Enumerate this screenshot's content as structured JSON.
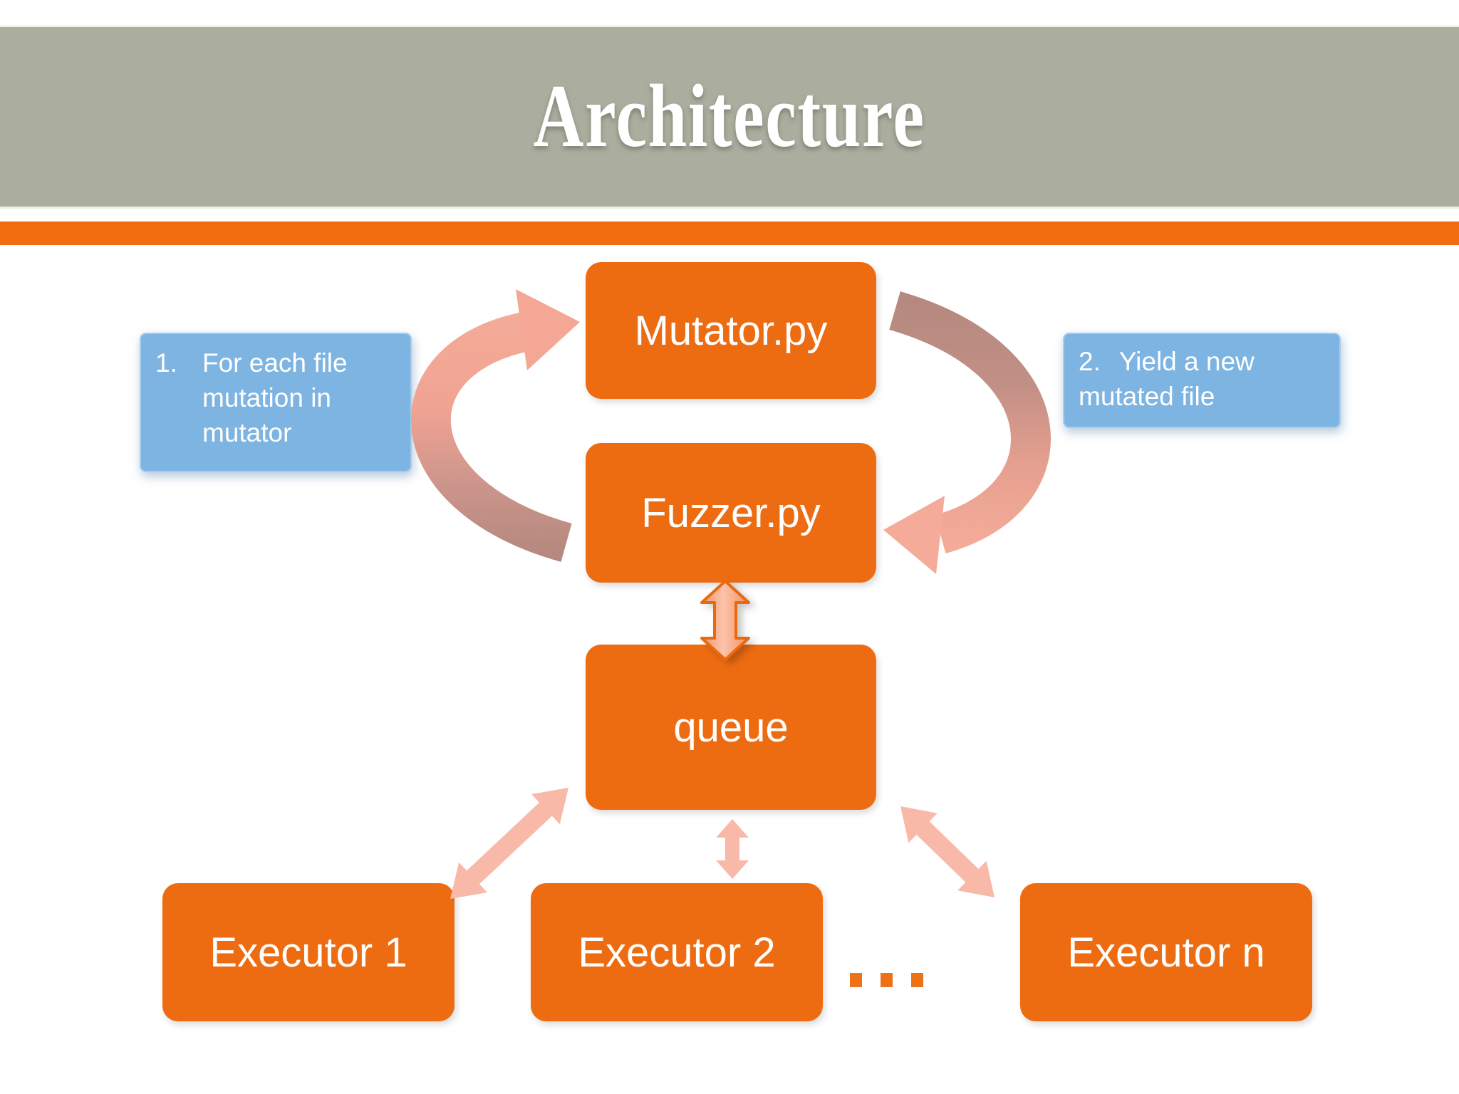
{
  "slide": {
    "title": "Architecture"
  },
  "nodes": {
    "mutator": {
      "label": "Mutator.py"
    },
    "fuzzer": {
      "label": "Fuzzer.py"
    },
    "queue": {
      "label": "queue"
    },
    "executor1": {
      "label": "Executor 1"
    },
    "executor2": {
      "label": "Executor 2"
    },
    "executorN": {
      "label": "Executor n"
    }
  },
  "annotations": {
    "step1": {
      "number": "1.",
      "text": "For each file mutation in mutator"
    },
    "step2": {
      "number": "2.",
      "text": "Yield a new mutated file"
    }
  },
  "ellipsis": "...",
  "colors": {
    "header_band": "#abae9e",
    "stripe_orange": "#f06c0e",
    "accent_orange": "#ee6c11",
    "annotation_blue": "#7db4e2",
    "arrow_salmon": "#f8b9a8",
    "arc_pink": "#f5ab99",
    "arc_mauve": "#b5897f",
    "text_white": "#ffffff"
  }
}
